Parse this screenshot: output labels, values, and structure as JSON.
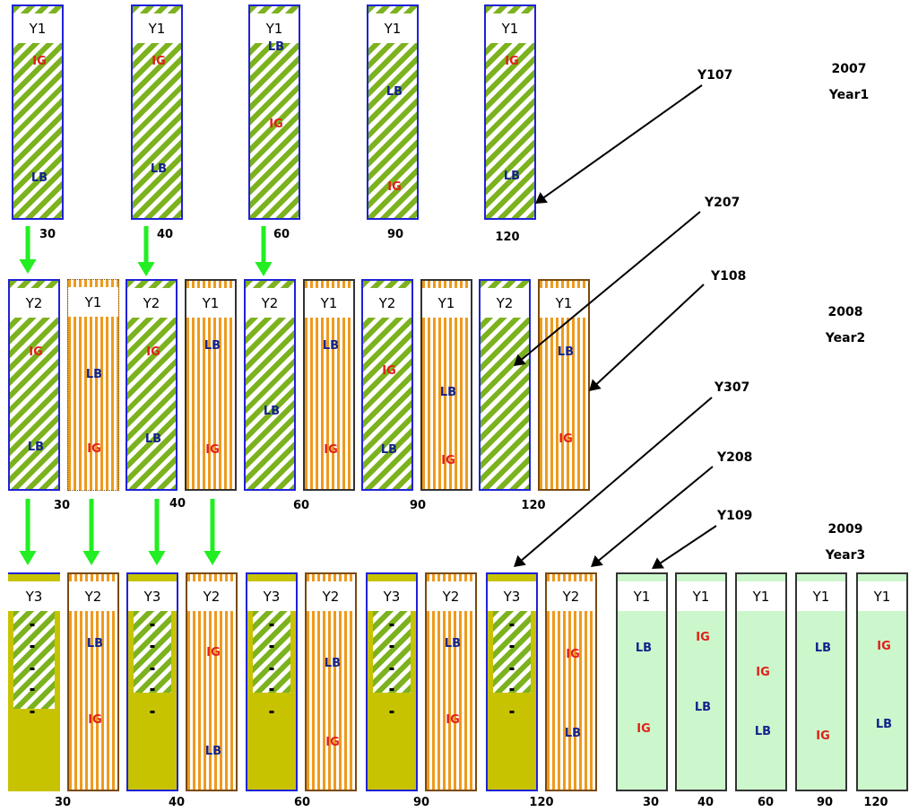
{
  "diagram": {
    "labels": {
      "ig": "IG",
      "lb": "LB",
      "dash": "-"
    },
    "years": [
      {
        "year": "2007",
        "name": "Year1"
      },
      {
        "year": "2008",
        "name": "Year2"
      },
      {
        "year": "2009",
        "name": "Year3"
      }
    ],
    "rows": [
      {
        "id": "year1",
        "plots": [
          {
            "id": "r1p1",
            "cap": "Y1",
            "fill": "green",
            "border": "blue",
            "tags": [
              {
                "t": "IG",
                "pos": 0.26
              },
              {
                "t": "LB",
                "pos": 0.8
              }
            ]
          },
          {
            "id": "r1p2",
            "cap": "Y1",
            "fill": "green",
            "border": "blue",
            "tags": [
              {
                "t": "IG",
                "pos": 0.26
              },
              {
                "t": "LB",
                "pos": 0.76
              }
            ]
          },
          {
            "id": "r1p3",
            "cap": "Y1",
            "fill": "green",
            "border": "blue",
            "tags": [
              {
                "t": "LB",
                "pos": 0.19
              },
              {
                "t": "IG",
                "pos": 0.55
              }
            ]
          },
          {
            "id": "r1p4",
            "cap": "Y1",
            "fill": "green",
            "border": "blue",
            "tags": [
              {
                "t": "LB",
                "pos": 0.4
              },
              {
                "t": "IG",
                "pos": 0.84
              }
            ]
          },
          {
            "id": "r1p5",
            "cap": "Y1",
            "fill": "green",
            "border": "blue",
            "tags": [
              {
                "t": "IG",
                "pos": 0.26
              },
              {
                "t": "LB",
                "pos": 0.79
              }
            ]
          }
        ],
        "numbers": [
          "30",
          "40",
          "60",
          "90",
          "120"
        ]
      },
      {
        "id": "year2",
        "plots": [
          {
            "id": "r2p1",
            "cap": "Y2",
            "fill": "green",
            "border": "blue",
            "tags": [
              {
                "t": "IG",
                "pos": 0.34
              },
              {
                "t": "LB",
                "pos": 0.79
              }
            ]
          },
          {
            "id": "r2p2",
            "cap": "Y1",
            "fill": "orange",
            "border": "dot",
            "tags": [
              {
                "t": "LB",
                "pos": 0.45
              },
              {
                "t": "IG",
                "pos": 0.8
              }
            ]
          },
          {
            "id": "r2p3",
            "cap": "Y2",
            "fill": "green",
            "border": "blue",
            "tags": [
              {
                "t": "IG",
                "pos": 0.34
              },
              {
                "t": "LB",
                "pos": 0.75
              }
            ]
          },
          {
            "id": "r2p4",
            "cap": "Y1",
            "fill": "orange",
            "border": "dark",
            "tags": [
              {
                "t": "LB",
                "pos": 0.31
              },
              {
                "t": "IG",
                "pos": 0.8
              }
            ]
          },
          {
            "id": "r2p5",
            "cap": "Y2",
            "fill": "green",
            "border": "blue",
            "tags": [
              {
                "t": "LB",
                "pos": 0.62
              }
            ]
          },
          {
            "id": "r2p6",
            "cap": "Y1",
            "fill": "orange",
            "border": "dark",
            "tags": [
              {
                "t": "LB",
                "pos": 0.31
              },
              {
                "t": "IG",
                "pos": 0.8
              }
            ]
          },
          {
            "id": "r2p7",
            "cap": "Y2",
            "fill": "green",
            "border": "blue",
            "tags": [
              {
                "t": "IG",
                "pos": 0.43
              },
              {
                "t": "LB",
                "pos": 0.8
              }
            ]
          },
          {
            "id": "r2p8",
            "cap": "Y1",
            "fill": "orange",
            "border": "dark",
            "tags": [
              {
                "t": "LB",
                "pos": 0.53
              },
              {
                "t": "IG",
                "pos": 0.85
              }
            ]
          },
          {
            "id": "r2p9",
            "cap": "Y2",
            "fill": "green",
            "border": "blue",
            "tags": []
          },
          {
            "id": "r2p10",
            "cap": "Y1",
            "fill": "orange",
            "border": "brown",
            "tags": [
              {
                "t": "LB",
                "pos": 0.34
              },
              {
                "t": "IG",
                "pos": 0.75
              }
            ]
          }
        ],
        "numbers": [
          "30",
          "40",
          "60",
          "90",
          "120"
        ]
      },
      {
        "id": "year3",
        "plots": [
          {
            "id": "r3p1",
            "cap": "Y3",
            "fill": "olive",
            "border": "top",
            "hatch": true,
            "tags": []
          },
          {
            "id": "r3p2",
            "cap": "Y2",
            "fill": "orange",
            "border": "brown",
            "tags": [
              {
                "t": "LB",
                "pos": 0.32
              },
              {
                "t": "IG",
                "pos": 0.67
              }
            ]
          },
          {
            "id": "r3p3",
            "cap": "Y3",
            "fill": "olive",
            "border": "blue",
            "hatch": true,
            "tags": []
          },
          {
            "id": "r3p4",
            "cap": "Y2",
            "fill": "orange",
            "border": "brown",
            "tags": [
              {
                "t": "IG",
                "pos": 0.36
              },
              {
                "t": "LB",
                "pos": 0.81
              }
            ]
          },
          {
            "id": "r3p5",
            "cap": "Y3",
            "fill": "olive",
            "border": "blue",
            "hatch": true,
            "tags": []
          },
          {
            "id": "r3p6",
            "cap": "Y2",
            "fill": "orange",
            "border": "brown",
            "tags": [
              {
                "t": "LB",
                "pos": 0.41
              },
              {
                "t": "IG",
                "pos": 0.77
              }
            ]
          },
          {
            "id": "r3p7",
            "cap": "Y3",
            "fill": "olive",
            "border": "blue",
            "hatch": true,
            "tags": []
          },
          {
            "id": "r3p8",
            "cap": "Y2",
            "fill": "orange",
            "border": "brown",
            "tags": [
              {
                "t": "LB",
                "pos": 0.32
              },
              {
                "t": "IG",
                "pos": 0.67
              }
            ]
          },
          {
            "id": "r3p9",
            "cap": "Y3",
            "fill": "olive",
            "border": "blue",
            "hatch": true,
            "tags": []
          },
          {
            "id": "r3p10",
            "cap": "Y2",
            "fill": "orange",
            "border": "brown",
            "tags": [
              {
                "t": "IG",
                "pos": 0.37
              },
              {
                "t": "LB",
                "pos": 0.73
              }
            ]
          },
          {
            "id": "r3p11",
            "cap": "Y1",
            "fill": "mint",
            "border": "dark",
            "tags": [
              {
                "t": "LB",
                "pos": 0.34
              },
              {
                "t": "IG",
                "pos": 0.71
              }
            ]
          },
          {
            "id": "r3p12",
            "cap": "Y1",
            "fill": "mint",
            "border": "dark",
            "tags": [
              {
                "t": "IG",
                "pos": 0.29
              },
              {
                "t": "LB",
                "pos": 0.61
              }
            ]
          },
          {
            "id": "r3p13",
            "cap": "Y1",
            "fill": "mint",
            "border": "dark",
            "tags": [
              {
                "t": "IG",
                "pos": 0.45
              },
              {
                "t": "LB",
                "pos": 0.72
              }
            ]
          },
          {
            "id": "r3p14",
            "cap": "Y1",
            "fill": "mint",
            "border": "dark",
            "tags": [
              {
                "t": "LB",
                "pos": 0.34
              },
              {
                "t": "IG",
                "pos": 0.74
              }
            ]
          },
          {
            "id": "r3p15",
            "cap": "Y1",
            "fill": "mint",
            "border": "dark",
            "tags": [
              {
                "t": "IG",
                "pos": 0.33
              },
              {
                "t": "LB",
                "pos": 0.69
              }
            ]
          }
        ],
        "numbers": [
          "30",
          "40",
          "60",
          "90",
          "120",
          "30",
          "40",
          "60",
          "90",
          "120"
        ]
      }
    ],
    "callouts": [
      "Y107",
      "Y207",
      "Y108",
      "Y307",
      "Y208",
      "Y109"
    ]
  }
}
